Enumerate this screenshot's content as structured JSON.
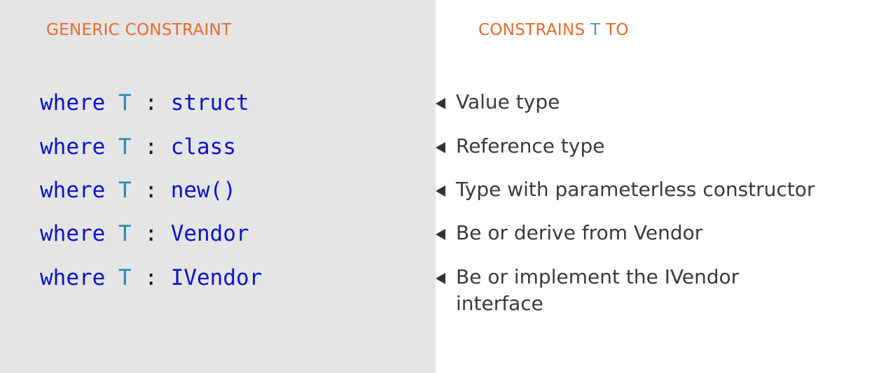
{
  "headings": {
    "left": "GENERIC CONSTRAINT",
    "right_prefix": "CONSTRAINS",
    "right_t": "T",
    "right_suffix": "TO"
  },
  "colors": {
    "heading": "#e8692f",
    "heading_t": "#4f96b4",
    "code_keyword": "#0a14c8",
    "code_type_param": "#2a8aaa",
    "description": "#3a3a3a",
    "left_panel_bg": "#e5e5e5"
  },
  "constraints": [
    {
      "keyword": "where",
      "type_param": "T",
      "colon": ":",
      "constraint": "struct",
      "description": "Value type"
    },
    {
      "keyword": "where",
      "type_param": "T",
      "colon": ":",
      "constraint": "class",
      "description": "Reference type"
    },
    {
      "keyword": "where",
      "type_param": "T",
      "colon": ":",
      "constraint": "new()",
      "description": "Type with parameterless constructor"
    },
    {
      "keyword": "where",
      "type_param": "T",
      "colon": ":",
      "constraint": "Vendor",
      "description": "Be or derive from Vendor"
    },
    {
      "keyword": "where",
      "type_param": "T",
      "colon": ":",
      "constraint": "IVendor",
      "description": "Be or implement the IVendor interface"
    }
  ],
  "icons": {
    "row_pointer": "left-triangle-arrow-icon"
  }
}
